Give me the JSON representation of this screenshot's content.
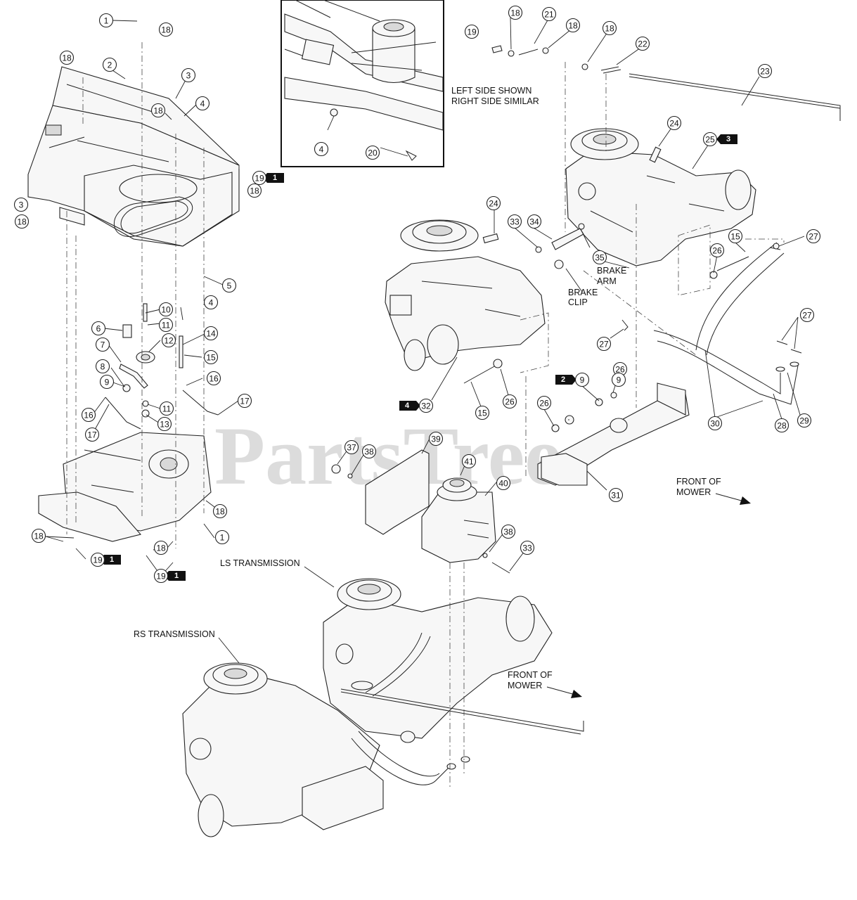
{
  "watermark": "PartsTree",
  "labels": {
    "left_side": "LEFT SIDE SHOWN",
    "right_side": "RIGHT SIDE SIMILAR",
    "brake_arm_1": "BRAKE",
    "brake_arm_2": "ARM",
    "brake_clip_1": "BRAKE",
    "brake_clip_2": "CLIP",
    "front_1a": "FRONT OF",
    "front_1b": "MOWER",
    "front_2a": "FRONT OF",
    "front_2b": "MOWER",
    "ls_transmission": "LS TRANSMISSION",
    "rs_transmission": "RS TRANSMISSION"
  },
  "flags": {
    "f1": "1",
    "f2": "1",
    "f3": "1",
    "f4": "3",
    "f5": "2",
    "f6": "4"
  },
  "callouts": [
    "1",
    "18",
    "18",
    "2",
    "3",
    "18",
    "4",
    "19",
    "18",
    "3",
    "18",
    "5",
    "10",
    "4",
    "6",
    "11",
    "14",
    "7",
    "12",
    "15",
    "8",
    "16",
    "9",
    "11",
    "16",
    "17",
    "17",
    "13",
    "18",
    "1",
    "18",
    "18",
    "19",
    "19",
    "19",
    "18",
    "21",
    "18",
    "18",
    "22",
    "23",
    "4",
    "20",
    "24",
    "25",
    "24",
    "33",
    "34",
    "35",
    "15",
    "27",
    "26",
    "27",
    "27",
    "9",
    "26",
    "26",
    "9",
    "30",
    "28",
    "29",
    "32",
    "15",
    "26",
    "31",
    "37",
    "38",
    "39",
    "41",
    "40",
    "38",
    "33"
  ]
}
